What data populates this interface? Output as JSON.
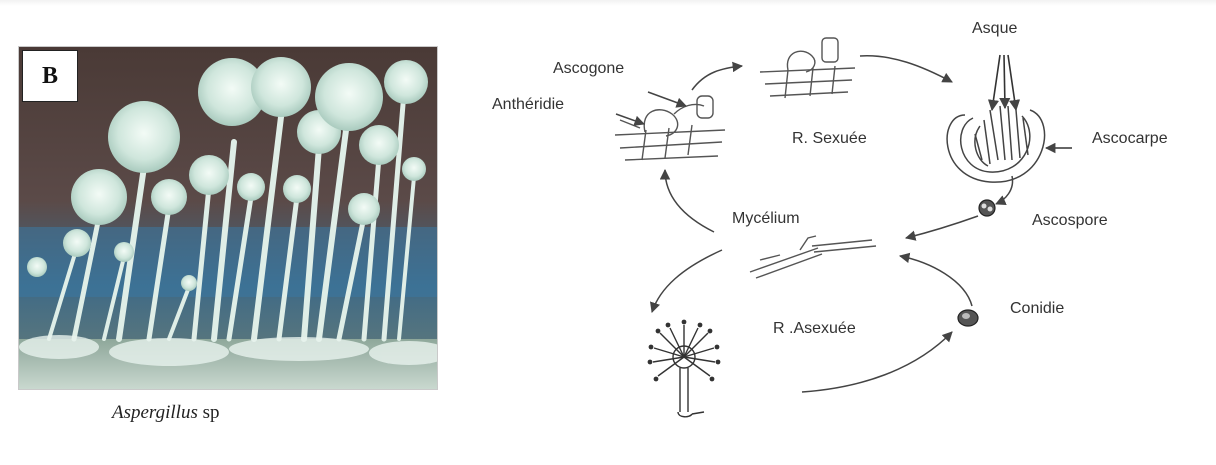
{
  "photo_panel": {
    "badge": "B",
    "caption_genus": "Aspergillus",
    "caption_suffix": "sp"
  },
  "life_cycle": {
    "labels": {
      "asque": "Asque",
      "ascogone": "Ascogone",
      "antheridie": "Anthéridie",
      "sexual_reproduction": "R. Sexuée",
      "ascocarpe": "Ascocarpe",
      "mycelium": "Mycélium",
      "ascospore": "Ascospore",
      "conidie": "Conidie",
      "asexual_reproduction": "R .Asexuée"
    }
  },
  "colors": {
    "line": "#444444",
    "text": "#333333"
  }
}
